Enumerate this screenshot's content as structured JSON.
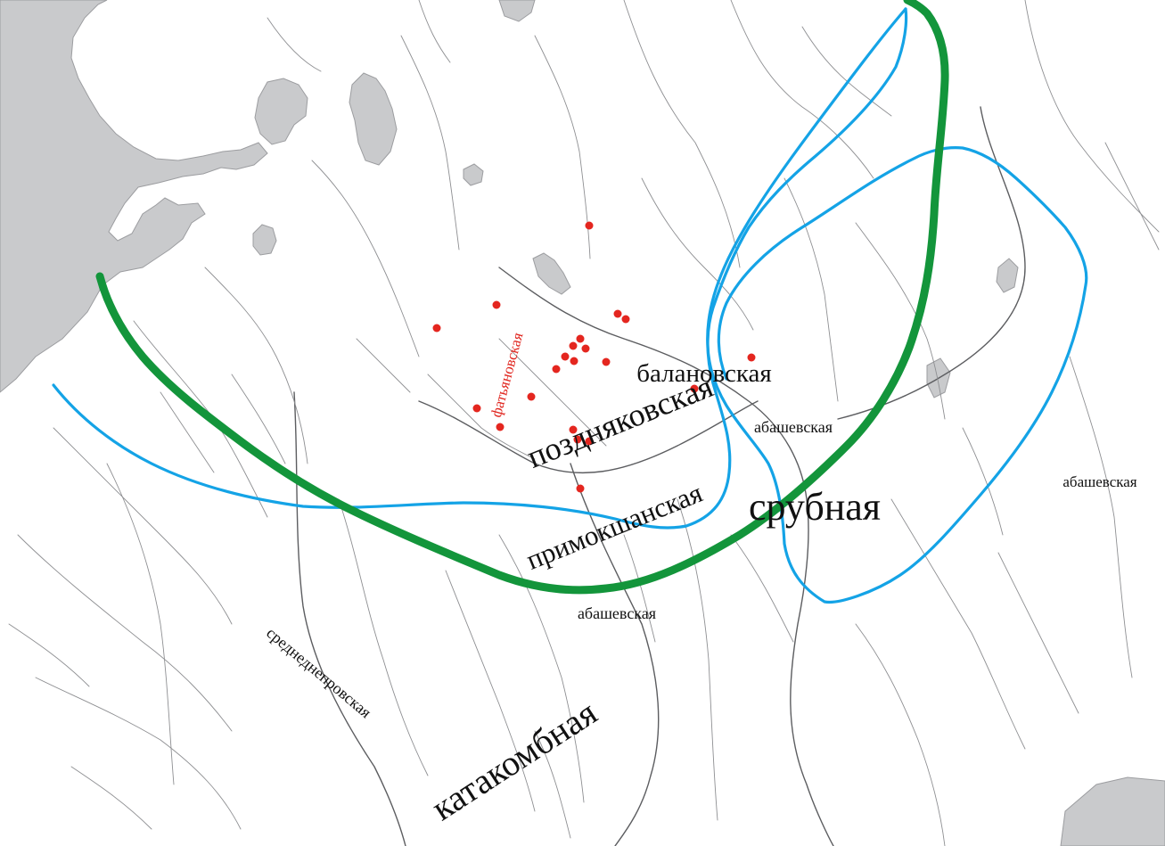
{
  "map": {
    "colors": {
      "water": "#c9cacc",
      "rivers": "#8e8f92",
      "blue_boundaries": "#14a3e6",
      "green_boundary": "#13953b",
      "sites": "#e4261f",
      "labels": "#111111",
      "red_label": "#e0261f"
    },
    "labels": {
      "fatyanovskaya": "фатьяновская",
      "balanovskaya": "балановская",
      "abashevskaya_1": "абашевская",
      "pozdnyakovskaya": "поздняковская",
      "abashevskaya_2": "абашевская",
      "srubnaya": "срубная",
      "primokshanskaya": "примокшанская",
      "abashevskaya_3": "абашевская",
      "srednedneprovskaya": "среднеднепровская",
      "katakombnaya": "катакомбная"
    }
  }
}
